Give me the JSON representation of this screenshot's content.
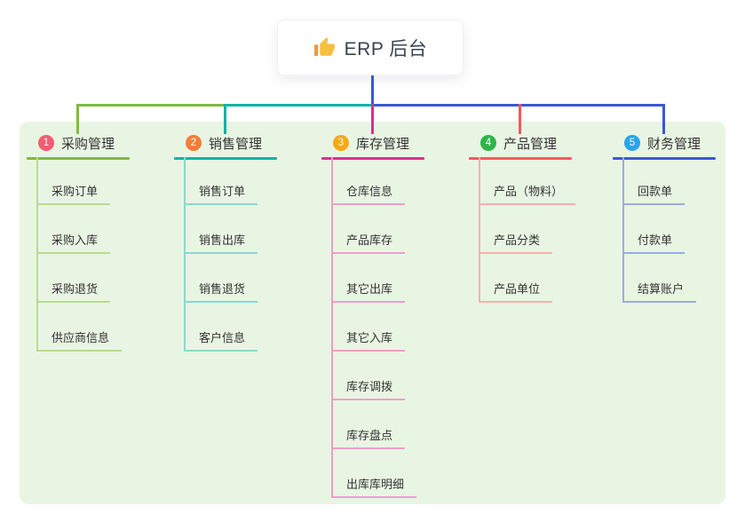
{
  "root": {
    "icon": "thumbs-up",
    "title": "ERP 后台"
  },
  "canvas": {
    "panel_bg": "#e9f5e3",
    "root_connector_color": "#3c57d5"
  },
  "branches": [
    {
      "num": "1",
      "title": "采购管理",
      "color": "#80ba42",
      "light_color": "#b7db92",
      "badge_color": "#f25d72",
      "children": [
        "采购订单",
        "采购入库",
        "采购退货",
        "供应商信息"
      ]
    },
    {
      "num": "2",
      "title": "销售管理",
      "color": "#0fb4a6",
      "light_color": "#8bd8cf",
      "badge_color": "#f57d39",
      "children": [
        "销售订单",
        "销售出库",
        "销售退货",
        "客户信息"
      ]
    },
    {
      "num": "3",
      "title": "库存管理",
      "color": "#dd2e8c",
      "light_color": "#f19dc9",
      "badge_color": "#f7a816",
      "children": [
        "仓库信息",
        "产品库存",
        "其它出库",
        "其它入库",
        "库存调拨",
        "库存盘点",
        "出库库明细"
      ]
    },
    {
      "num": "4",
      "title": "产品管理",
      "color": "#f9575d",
      "light_color": "#fcadab",
      "badge_color": "#31b44b",
      "children": [
        "产品（物料）",
        "产品分类",
        "产品单位"
      ]
    },
    {
      "num": "5",
      "title": "财务管理",
      "color": "#3c57d5",
      "light_color": "#9aabe9",
      "badge_color": "#2aa4e9",
      "children": [
        "回款单",
        "付款单",
        "结算账户"
      ]
    }
  ]
}
